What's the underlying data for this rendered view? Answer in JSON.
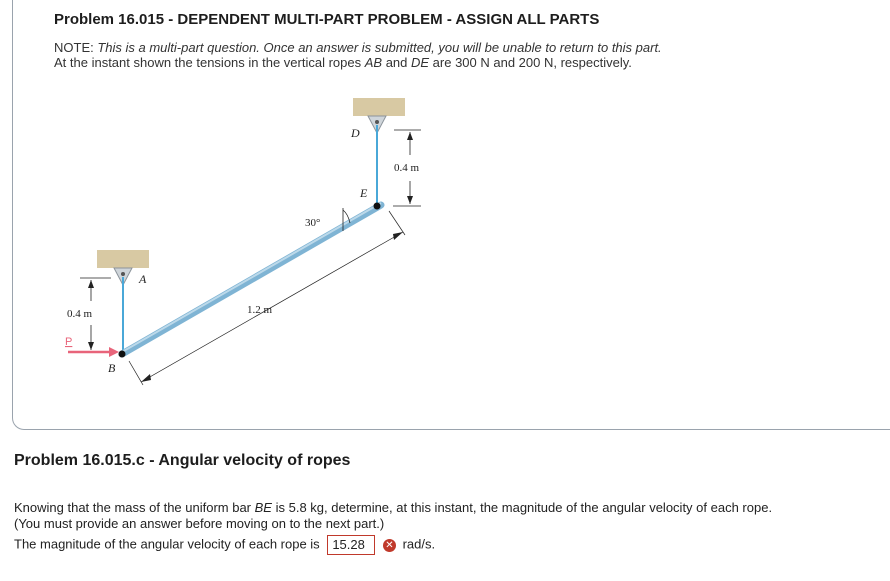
{
  "header": {
    "title": "Problem 16.015 - DEPENDENT MULTI-PART PROBLEM - ASSIGN ALL PARTS",
    "note_prefix": "NOTE: ",
    "note_text": "This is a multi-part question. Once an answer is submitted, you will be unable to return to this part.",
    "statement_1": "At the instant shown the tensions in the vertical ropes ",
    "statement_ab": "AB",
    "statement_2": " and ",
    "statement_de": "DE",
    "statement_3": " are 300 N and 200 N, respectively."
  },
  "figure": {
    "label_a": "A",
    "label_b": "B",
    "label_d": "D",
    "label_e": "E",
    "label_p": "P",
    "angle": "30°",
    "length_bar": "1.2 m",
    "length_left": "0.4 m",
    "length_right": "0.4 m"
  },
  "part": {
    "title": "Problem 16.015.c - Angular velocity of ropes",
    "q1_a": "Knowing that the mass of the uniform bar ",
    "q1_be": "BE",
    "q1_b": " is 5.8 kg, determine, at this instant, the magnitude of the angular velocity of each rope.",
    "q2": "(You must provide an answer before moving on to the next part.)",
    "q3": "The magnitude of the angular velocity of each rope is",
    "answer_value": "15.28",
    "unit": "rad/s.",
    "status_icon": "x-circle-icon",
    "error_color": "#c0392b"
  }
}
